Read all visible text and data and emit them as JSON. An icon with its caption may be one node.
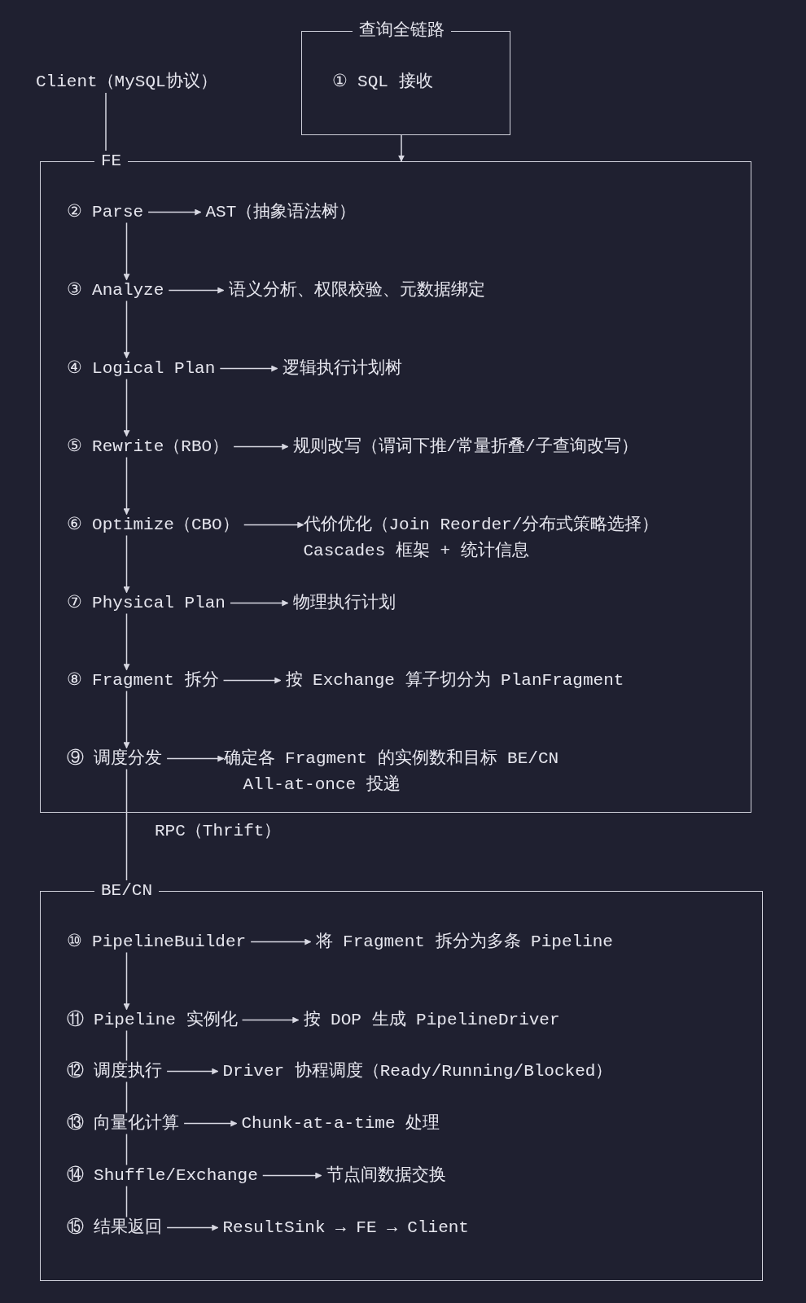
{
  "diagram": {
    "nodes": [
      {
        "text": [
          "Client（MySQL协议）"
        ]
      },
      {
        "text": [
          "查询全链路"
        ]
      },
      {
        "text": [
          "FE"
        ]
      },
      {
        "text": [
          "② Parse"
        ],
        "in": 2
      },
      {
        "text": [
          "AST（抽象语法树）"
        ],
        "in": 2
      },
      {
        "text": [
          "③ Analyze"
        ],
        "in": 2
      },
      {
        "text": [
          "语义分析、权限校验、元数据绑定"
        ],
        "in": 2
      },
      {
        "text": [
          "④ Logical Plan"
        ],
        "in": 2
      },
      {
        "text": [
          "逻辑执行计划树"
        ],
        "in": 2
      },
      {
        "text": [
          "⑤ Rewrite（RBO）"
        ],
        "in": 2
      },
      {
        "text": [
          "规则改写（谓词下推/常量折叠/子查询改写）"
        ],
        "in": 2
      },
      {
        "text": [
          "⑥ Optimize（CBO）"
        ],
        "in": 2
      },
      {
        "text": [
          "代价优化（Join Reorder/分布式策略选择）",
          "Cascades 框架 + 统计信息"
        ],
        "in": 2
      },
      {
        "text": [
          "⑦ Physical Plan"
        ],
        "in": 2
      },
      {
        "text": [
          "物理执行计划"
        ],
        "in": 2
      },
      {
        "text": [
          "⑧ Fragment 拆分"
        ],
        "in": 2
      },
      {
        "text": [
          "按 Exchange 算子切分为 PlanFragment"
        ],
        "in": 2
      },
      {
        "text": [
          "⑨ 调度分发"
        ],
        "in": 2
      },
      {
        "text": [
          "确定各 Fragment 的实例数和目标 BE/CN",
          "All-at-once 投递"
        ],
        "in": 2
      },
      {
        "text": [
          "BE/CN"
        ]
      },
      {
        "text": [
          "⑩ PipelineBuilder"
        ],
        "in": 19
      },
      {
        "text": [
          "将 Fragment 拆分为多条 Pipeline"
        ],
        "in": 19
      },
      {
        "text": [
          "⑪ Pipeline 实例化"
        ],
        "in": 19
      },
      {
        "text": [
          "按 DOP 生成 PipelineDriver"
        ],
        "in": 19
      },
      {
        "text": [
          "⑫ 调度执行"
        ],
        "in": 19
      },
      {
        "text": [
          "Driver 协程调度（Ready/Running/Blocked）"
        ],
        "in": 19
      },
      {
        "text": [
          "⑬ 向量化计算"
        ],
        "in": 19
      },
      {
        "text": [
          "Chunk-at-a-time 处理"
        ],
        "in": 19
      },
      {
        "text": [
          "⑭ Shuffle/Exchange"
        ],
        "in": 19
      },
      {
        "text": [
          "节点间数据交换"
        ],
        "in": 19
      },
      {
        "text": [
          "⑮ 结果返回"
        ],
        "in": 19
      },
      {
        "text": [
          "ResultSink → FE → Client"
        ],
        "in": 19
      },
      {
        "text": [
          "① SQL 接收"
        ],
        "in": 1
      }
    ],
    "edges": [
      {
        "from": 0,
        "to": 2,
        "arrow": "to"
      },
      {
        "from": 1,
        "to": 2,
        "arrow": "to"
      },
      {
        "from": 3,
        "to": 4,
        "arrow": "to"
      },
      {
        "from": 3,
        "to": 5,
        "arrow": "to"
      },
      {
        "from": 5,
        "to": 6,
        "arrow": "to"
      },
      {
        "from": 5,
        "to": 7,
        "arrow": "to"
      },
      {
        "from": 7,
        "to": 8,
        "arrow": "to"
      },
      {
        "from": 7,
        "to": 9,
        "arrow": "to"
      },
      {
        "from": 9,
        "to": 10,
        "arrow": "to"
      },
      {
        "from": 9,
        "to": 11,
        "arrow": "to"
      },
      {
        "from": 11,
        "to": 12,
        "arrow": "to"
      },
      {
        "from": 11,
        "to": 13,
        "arrow": "to"
      },
      {
        "from": 13,
        "to": 14,
        "arrow": "to"
      },
      {
        "from": 13,
        "to": 15,
        "arrow": "to"
      },
      {
        "from": 15,
        "to": 16,
        "arrow": "to"
      },
      {
        "from": 15,
        "to": 17,
        "arrow": "to"
      },
      {
        "from": 17,
        "to": 18,
        "arrow": "to"
      },
      {
        "from": 17,
        "to": 19,
        "arrow": "to",
        "label": "RPC（Thrift）"
      },
      {
        "from": 20,
        "to": 21,
        "arrow": "to"
      },
      {
        "from": 20,
        "to": 22,
        "arrow": "to"
      },
      {
        "from": 22,
        "to": 23,
        "arrow": "to"
      },
      {
        "from": 22,
        "to": 24,
        "arrow": "none"
      },
      {
        "from": 24,
        "to": 25,
        "arrow": "to"
      },
      {
        "from": 24,
        "to": 26,
        "arrow": "none"
      },
      {
        "from": 26,
        "to": 27,
        "arrow": "to"
      },
      {
        "from": 26,
        "to": 28,
        "arrow": "none"
      },
      {
        "from": 28,
        "to": 29,
        "arrow": "to"
      },
      {
        "from": 28,
        "to": 30,
        "arrow": "none"
      },
      {
        "from": 30,
        "to": 31,
        "arrow": "to"
      }
    ]
  }
}
